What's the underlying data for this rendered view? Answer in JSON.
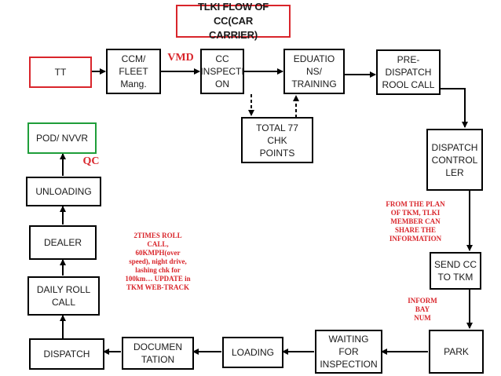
{
  "colors": {
    "border": "#000000",
    "title_border": "#d9252b",
    "start_border": "#d9252b",
    "end_border": "#1f9e3a",
    "note_text": "#d9252b"
  },
  "diagram": {
    "title": "TLKI FLOW OF CC(CAR\nCARRIER)",
    "nodes": {
      "tt": "TT",
      "ccm_fleet": "CCM/\nFLEET\nMang.",
      "cc_inspection": "CC\nINSPECTI\nON",
      "education": "EDUATIO\nNS/\nTRAINING",
      "pre_dispatch": "PRE-\nDISPATCH\nROOL CALL",
      "total_points": "TOTAL 77\nCHK\nPOINTS",
      "dispatch_controller": "DISPATCH\nCONTROL\nLER",
      "send_cc": "SEND CC\nTO TKM",
      "park": "PARK",
      "waiting": "WAITING\nFOR\nINSPECTION",
      "loading": "LOADING",
      "documentation": "DOCUMEN\nTATION",
      "dispatch": "DISPATCH",
      "daily_roll_call": "DAILY ROLL\nCALL",
      "dealer": "DEALER",
      "unloading": "UNLOADING",
      "pod_nvvr": "POD/ NVVR"
    },
    "notes": {
      "vmd": "VMD",
      "qc": "QC",
      "from_plan": "FROM THE PLAN\nOF TKM, TLKI\nMEMBER CAN\nSHARE THE\nINFORMATION",
      "inform_bay": "INFORM\nBAY\nNUM",
      "two_times": "2TIMES ROLL\nCALL,\n60KMPH(over\nspeed), night drive,\nlashing chk for\n100km… UPDATE in\nTKM WEB-TRACK"
    }
  }
}
